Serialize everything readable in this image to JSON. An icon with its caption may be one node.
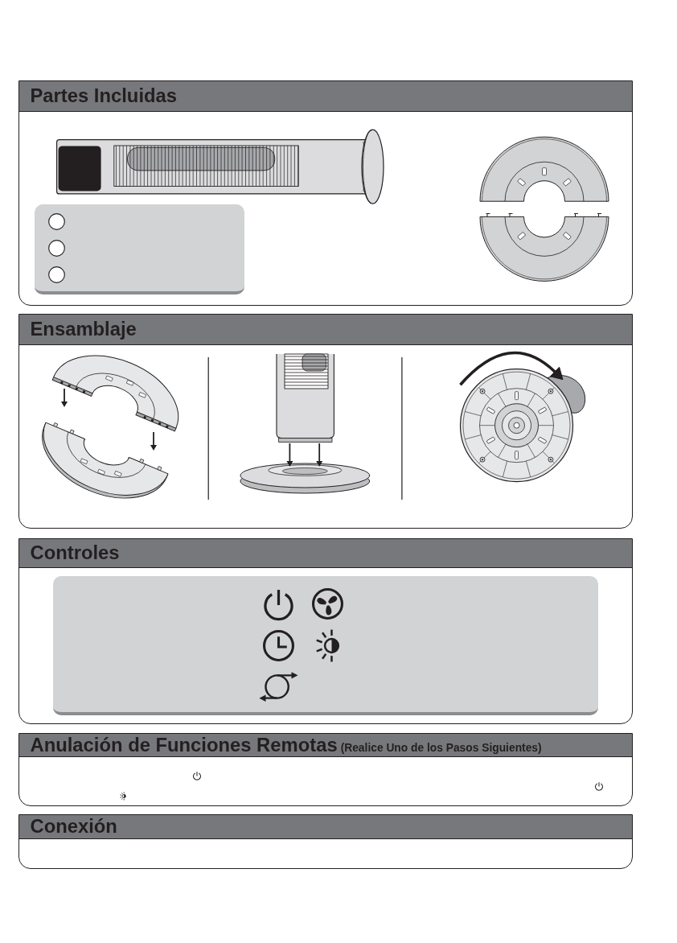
{
  "diagram": {
    "nodes": [
      {
        "text": [
          "Partes Incluidas"
        ]
      },
      {
        "text": [
          "Ensamblaje"
        ]
      },
      {
        "text": [
          "Controles"
        ]
      },
      {
        "text": [
          "Anulación de Funciones Remotas",
          "(Realice Uno de los Pasos Siguientes)"
        ]
      },
      {
        "text": [
          "Conexión"
        ]
      }
    ]
  }
}
